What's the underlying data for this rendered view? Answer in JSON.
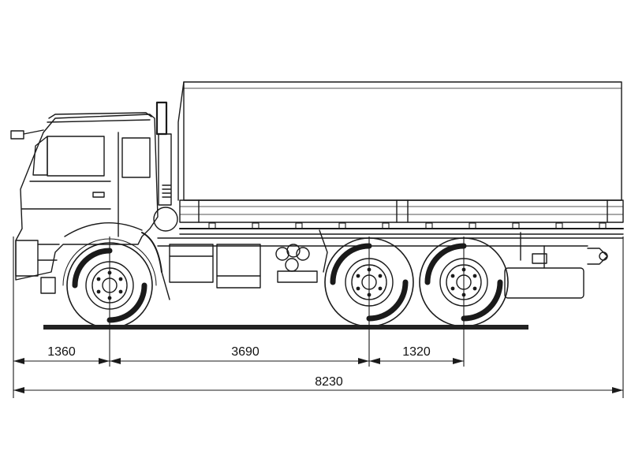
{
  "colors": {
    "line": "#1a1a1a",
    "ground": "#222222",
    "background": "#ffffff"
  },
  "dimensions": {
    "front_overhang": "1360",
    "wheelbase_front": "3690",
    "wheelbase_rear": "1320",
    "overall_length": "8230"
  }
}
